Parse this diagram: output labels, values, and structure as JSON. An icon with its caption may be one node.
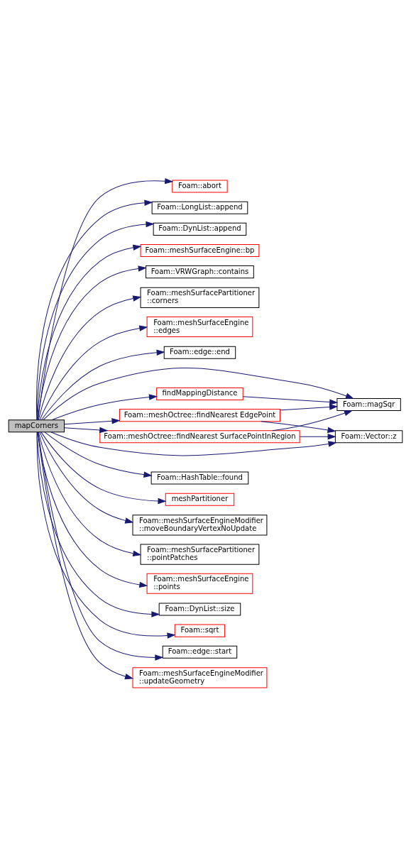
{
  "diagram": {
    "nodes": [
      {
        "text": [
          "mapCorners"
        ]
      },
      {
        "text": [
          "Foam::abort"
        ]
      },
      {
        "text": [
          "Foam::LongList::append"
        ]
      },
      {
        "text": [
          "Foam::DynList::append"
        ]
      },
      {
        "text": [
          "Foam::meshSurfaceEngine::bp"
        ]
      },
      {
        "text": [
          "Foam::VRWGraph::contains"
        ]
      },
      {
        "text": [
          "Foam::meshSurfacePartitioner ::corners"
        ]
      },
      {
        "text": [
          "Foam::meshSurfaceEngine ::edges"
        ]
      },
      {
        "text": [
          "Foam::edge::end"
        ]
      },
      {
        "text": [
          "Foam::magSqr"
        ]
      },
      {
        "text": [
          "findMappingDistance"
        ]
      },
      {
        "text": [
          "Foam::meshOctree::findNearest EdgePoint"
        ]
      },
      {
        "text": [
          "Foam::meshOctree::findNearest SurfacePointInRegion"
        ]
      },
      {
        "text": [
          "Foam::Vector::z"
        ]
      },
      {
        "text": [
          "Foam::HashTable::found"
        ]
      },
      {
        "text": [
          "meshPartitioner"
        ]
      },
      {
        "text": [
          "Foam::meshSurfaceEngineModifier ::moveBoundaryVertexNoUpdate"
        ]
      },
      {
        "text": [
          "Foam::meshSurfacePartitioner ::pointPatches"
        ]
      },
      {
        "text": [
          "Foam::meshSurfaceEngine ::points"
        ]
      },
      {
        "text": [
          "Foam::DynList::size"
        ]
      },
      {
        "text": [
          "Foam::sqrt"
        ]
      },
      {
        "text": [
          "Foam::edge::start"
        ]
      },
      {
        "text": [
          "Foam::meshSurfaceEngineModifier ::updateGeometry"
        ]
      }
    ],
    "edges": [
      {
        "from": 0,
        "to": 1,
        "arrow": "to"
      },
      {
        "from": 0,
        "to": 2,
        "arrow": "to"
      },
      {
        "from": 0,
        "to": 3,
        "arrow": "to"
      },
      {
        "from": 0,
        "to": 4,
        "arrow": "to"
      },
      {
        "from": 0,
        "to": 5,
        "arrow": "to"
      },
      {
        "from": 0,
        "to": 6,
        "arrow": "to"
      },
      {
        "from": 0,
        "to": 7,
        "arrow": "to"
      },
      {
        "from": 0,
        "to": 8,
        "arrow": "to"
      },
      {
        "from": 0,
        "to": 9,
        "arrow": "to"
      },
      {
        "from": 0,
        "to": 10,
        "arrow": "to"
      },
      {
        "from": 0,
        "to": 11,
        "arrow": "to"
      },
      {
        "from": 0,
        "to": 12,
        "arrow": "to"
      },
      {
        "from": 0,
        "to": 13,
        "arrow": "to"
      },
      {
        "from": 0,
        "to": 14,
        "arrow": "to"
      },
      {
        "from": 0,
        "to": 15,
        "arrow": "to"
      },
      {
        "from": 0,
        "to": 16,
        "arrow": "to"
      },
      {
        "from": 0,
        "to": 17,
        "arrow": "to"
      },
      {
        "from": 0,
        "to": 18,
        "arrow": "to"
      },
      {
        "from": 0,
        "to": 19,
        "arrow": "to"
      },
      {
        "from": 0,
        "to": 20,
        "arrow": "to"
      },
      {
        "from": 0,
        "to": 21,
        "arrow": "to"
      },
      {
        "from": 0,
        "to": 22,
        "arrow": "to"
      },
      {
        "from": 10,
        "to": 9,
        "arrow": "to"
      },
      {
        "from": 11,
        "to": 9,
        "arrow": "to"
      },
      {
        "from": 11,
        "to": 13,
        "arrow": "to"
      },
      {
        "from": 12,
        "to": 9,
        "arrow": "to"
      },
      {
        "from": 12,
        "to": 13,
        "arrow": "to"
      }
    ]
  }
}
